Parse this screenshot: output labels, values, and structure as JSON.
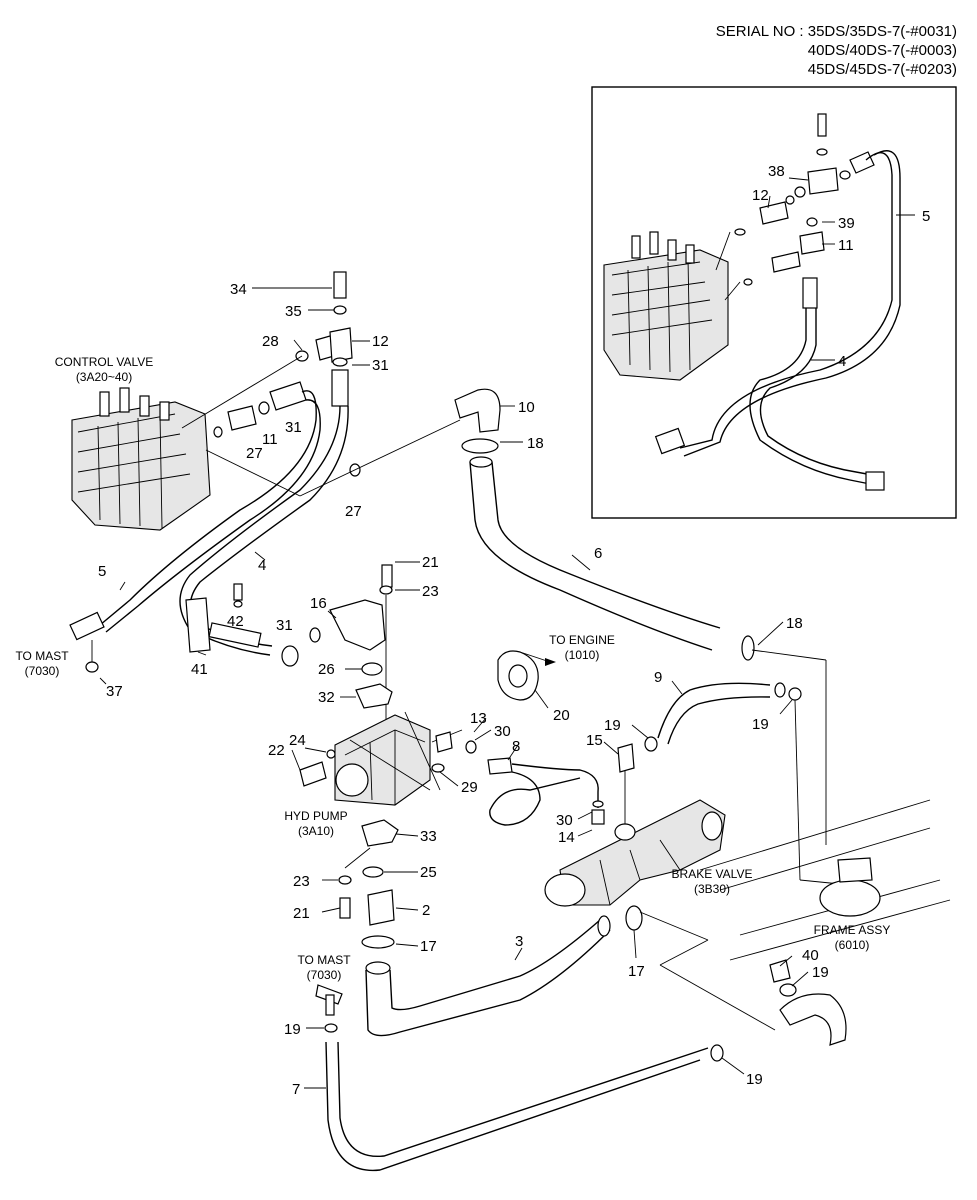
{
  "serial": {
    "line1": "SERIAL NO : 35DS/35DS-7(-#0031)",
    "line2": "40DS/40DS-7(-#0003)",
    "line3": "45DS/45DS-7(-#0203)"
  },
  "labels": {
    "control_valve_name": "CONTROL VALVE",
    "control_valve_code": "(3A20~40)",
    "to_mast_left_name": "TO MAST",
    "to_mast_left_code": "(7030)",
    "to_engine_name": "TO ENGINE",
    "to_engine_code": "(1010)",
    "hyd_pump_name": "HYD PUMP",
    "hyd_pump_code": "(3A10)",
    "brake_valve_name": "BRAKE VALVE",
    "brake_valve_code": "(3B30)",
    "frame_assy_name": "FRAME ASSY",
    "frame_assy_code": "(6010)",
    "to_mast_bottom_name": "TO MAST",
    "to_mast_bottom_code": "(7030)"
  },
  "part_numbers": {
    "p34": "34",
    "p35": "35",
    "p28": "28",
    "p12": "12",
    "p31a": "31",
    "p31b": "31",
    "p11": "11",
    "p27a": "27",
    "p27b": "27",
    "p10": "10",
    "p18a": "18",
    "p21a": "21",
    "p23a": "23",
    "p5": "5",
    "p4": "4",
    "p6": "6",
    "p16": "16",
    "p42": "42",
    "p31c": "31",
    "p18b": "18",
    "p41": "41",
    "p26": "26",
    "p37": "37",
    "p32": "32",
    "p20": "20",
    "p9": "9",
    "p13": "13",
    "p30a": "30",
    "p19a": "19",
    "p19b": "19",
    "p24": "24",
    "p22": "22",
    "p15": "15",
    "p8": "8",
    "p29": "29",
    "p30b": "30",
    "p14": "14",
    "p33": "33",
    "p25": "25",
    "p23b": "23",
    "p21b": "21",
    "p2": "2",
    "p17a": "17",
    "p3": "3",
    "p17b": "17",
    "p40": "40",
    "p19c": "19",
    "p19d": "19",
    "p7": "7",
    "p19e": "19",
    "i38": "38",
    "i12": "12",
    "i39": "39",
    "i11": "11",
    "i5": "5",
    "i4": "4"
  }
}
